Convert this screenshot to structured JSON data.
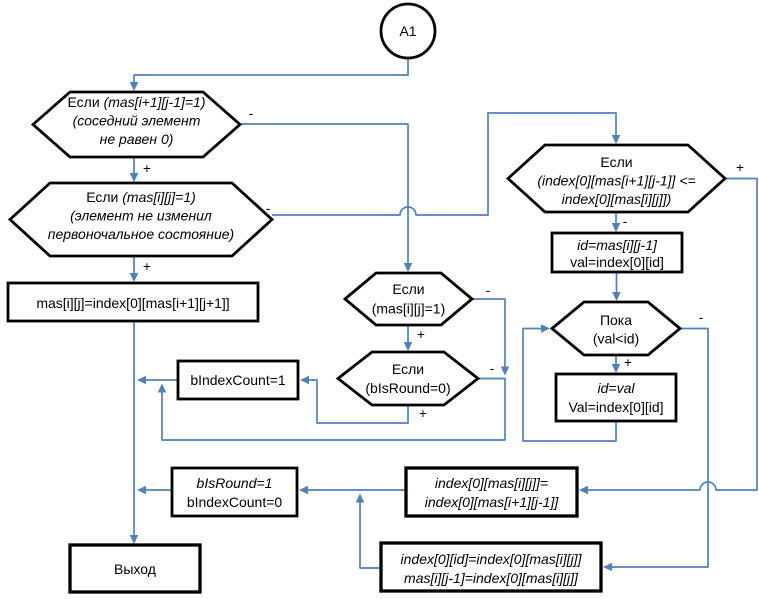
{
  "symbols": {
    "plus": "+",
    "minus": "-"
  },
  "colors": {
    "connector": "#4f81bd",
    "shape_border": "#000000",
    "shape_fill": "#ffffff",
    "text": "#000000",
    "background": "#ffffff"
  },
  "nodes": {
    "start_connector": {
      "label": "A1"
    },
    "cond_neighbor": {
      "keyword": "Если ",
      "expr": "(mas[i+1][j-1]=1)",
      "note_line1": "(соседний элемент",
      "note_line2": "не равен 0)"
    },
    "cond_initial_state": {
      "keyword": "Если ",
      "expr": "(mas[i][j]=1)",
      "note_line1": "(элемент не изменил",
      "note_line2": "первоночальное состояние)"
    },
    "assign_mas": {
      "line1": "mas[i][j]=index[0][mas[i+1][j+1]]"
    },
    "cond_mas_eq1": {
      "keyword": "Если",
      "expr": "(mas[i][j]=1)"
    },
    "cond_bisround": {
      "keyword": "Если",
      "expr": "(bIsRound=0)"
    },
    "cond_index_compare": {
      "keyword": "Если",
      "expr_line1": "(index[0][mas[i+1][j-1]] <=",
      "expr_line2": "index[0][mas[i][j]])"
    },
    "assign_id_val": {
      "line1": "id=mas[i][j-1]",
      "line2": "val=index[0][id]"
    },
    "loop_while": {
      "keyword": "Пока",
      "expr": "(val<id)"
    },
    "assign_id_val_update": {
      "line1": "id=val",
      "line2": "Val=index[0][id]"
    },
    "assign_bindexcount": {
      "line1": "bIndexCount=1"
    },
    "assign_bisround": {
      "line1": "bIsRound=1",
      "line2": "bIndexCount=0"
    },
    "assign_index_mas": {
      "line1": "index[0][mas[i][j]]=",
      "line2": "index[0][mas[i+1][j-1]]"
    },
    "assign_index_id": {
      "line1": "index[0][id]=index[0][mas[i][j]]",
      "line2": "mas[i][j-1]=index[0][mas[i][j]]"
    },
    "exit": {
      "label": "Выход"
    }
  }
}
